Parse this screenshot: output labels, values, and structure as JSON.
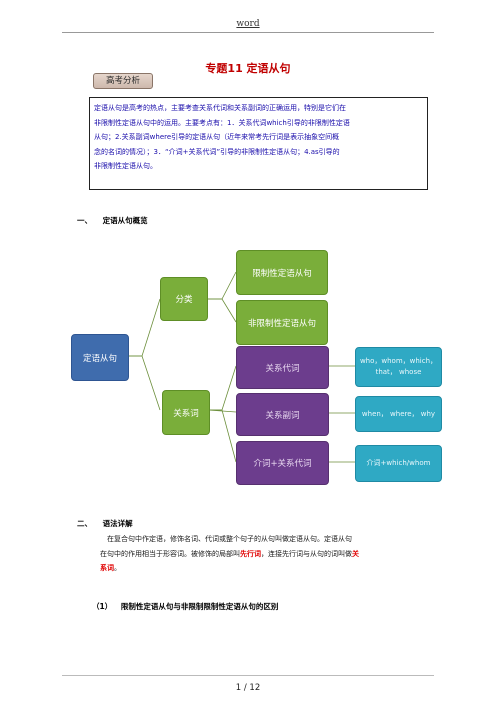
{
  "header": {
    "label": "word"
  },
  "title": "专题11 定语从句",
  "tag": "高考分析",
  "intro": {
    "line1": "定语从句是高考的热点，主要考查关系代词和关系副词的正确运用，特别是它们在",
    "line2": "非限制性定语从句中的运用。主要考点有：1．关系代词which引导的非限制性定语",
    "line3": "从句；2.关系副词where引导的定语从句（近年来常考先行词是表示抽象空间概",
    "line4": "念的名词的情况）；3．“介词+关系代词”引导的非限制性定语从句；4.as引导的",
    "line5": "非限制性定语从句。"
  },
  "section1": {
    "num": "一、",
    "title": "定语从句概览"
  },
  "diagram": {
    "root": "定语从句",
    "classify": "分类",
    "restrictive": "限制性定语从句",
    "nonrestrictive": "非限制性定语从句",
    "relative_words": "关系词",
    "rel_pronoun": "关系代词",
    "rel_adverb": "关系副词",
    "prep_rel": "介词+关系代词",
    "pronoun_list_1": "who，whom，which，",
    "pronoun_list_2": "that， whose",
    "adverb_list": "when， where， why",
    "prep_list": "介词+which/whom"
  },
  "section2": {
    "num": "二、",
    "title": "语法详解"
  },
  "grammar": {
    "p1a": "在复合句中作定语，修饰名词、代词或整个句子的从句叫做定语从句。定语从句",
    "p1b_pre": "在句中的作用相当于形容词。被修饰的局部叫",
    "p1b_red": "先行词",
    "p1b_post": "，连接先行词与从句的词叫做",
    "p1b_red2": "关",
    "p1c_red": "系词",
    "p1c_post": "。"
  },
  "subsection": {
    "num": "（1）",
    "title": "限制性定语从句与非限制限制性定语从句的区别"
  },
  "footer": {
    "page": "1 / 12"
  }
}
